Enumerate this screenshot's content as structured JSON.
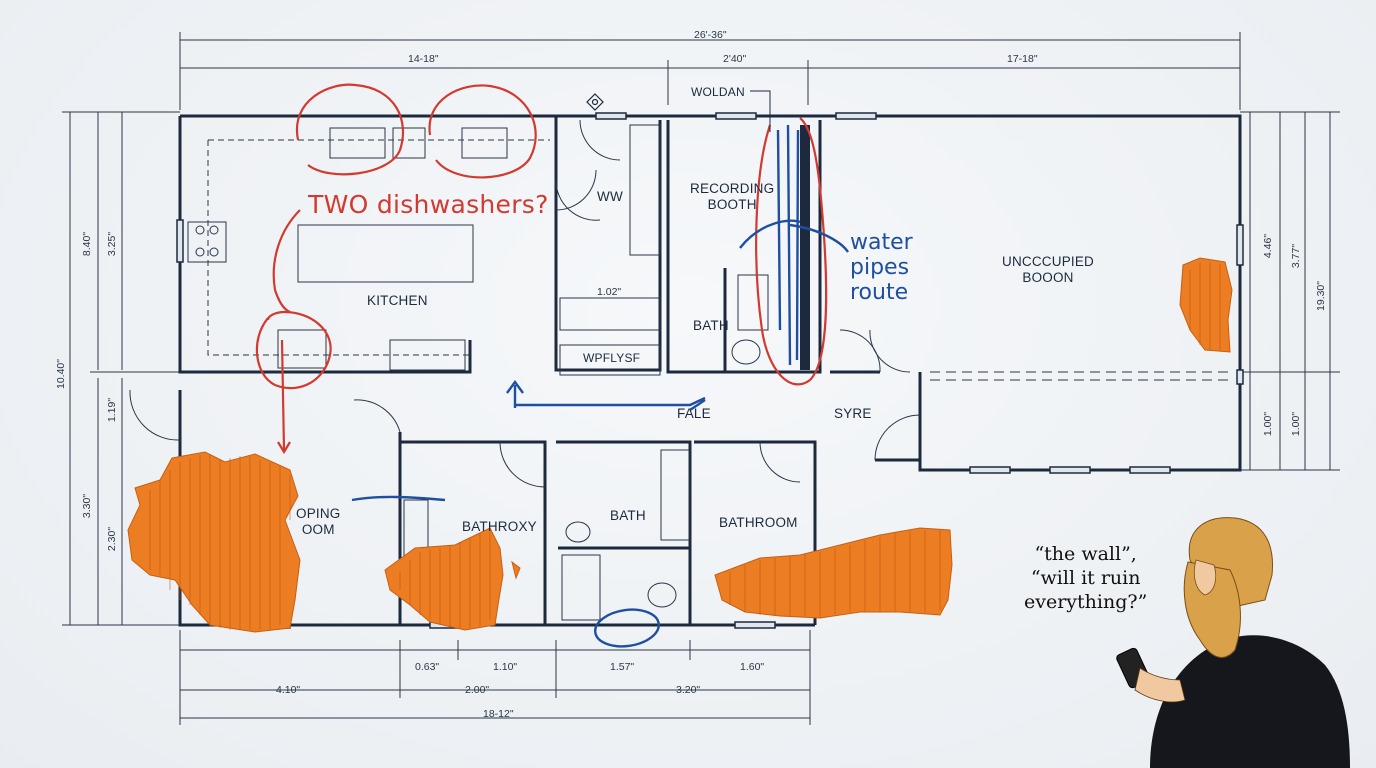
{
  "dimensions": {
    "overall_top": "26'-36\"",
    "top_left": "14-18\"",
    "top_mid": "2'40\"",
    "top_right": "17-18\"",
    "left_outer": "10.40\"",
    "left_a": "8.40\"",
    "left_b": "3.25\"",
    "left_c": "1.19\"",
    "left_d": "3.30\"",
    "left_e": "2.30\"",
    "right_a": "4.46\"",
    "right_b": "3.77\"",
    "right_c": "19.30\"",
    "right_d": "1.00\"",
    "right_e": "1.00\"",
    "bottom_a": "0.63\"",
    "bottom_b": "1.10\"",
    "bottom_c": "1.57\"",
    "bottom_d": "1.60\"",
    "bottom_e": "4.10\"",
    "bottom_f": "2.00\"",
    "bottom_g": "3.20\"",
    "bottom_overall": "18-12\""
  },
  "rooms": {
    "kitchen": "KITCHEN",
    "ww": "WW",
    "recording": "RECORDING\nBOOTH",
    "unoccupied": "UNCCCUPIED\nBOOON",
    "bath_top": "BATH",
    "dim_102": "1.02\"",
    "wpflysf": "WPFLYSF",
    "fale": "FALE",
    "syre": "SYRE",
    "sleeping": "OPING\nOOM",
    "bathroxy": "BATHROXY",
    "bath_mid": "BATH",
    "bathroom": "BATHROOM",
    "woldan": "WOLDAN"
  },
  "annotations": {
    "two_dishwashers": "TWO dishwashers?",
    "water_pipes": "water\npipes\nroute",
    "quote": "“the wall”,\n“will it ruin\neverything?”"
  },
  "colors": {
    "ink": "#1d2a3e",
    "red_marker": "#d23a30",
    "blue_marker": "#1f4fa0",
    "tape_orange": "#ec7d22",
    "hair": "#d9a24a"
  }
}
